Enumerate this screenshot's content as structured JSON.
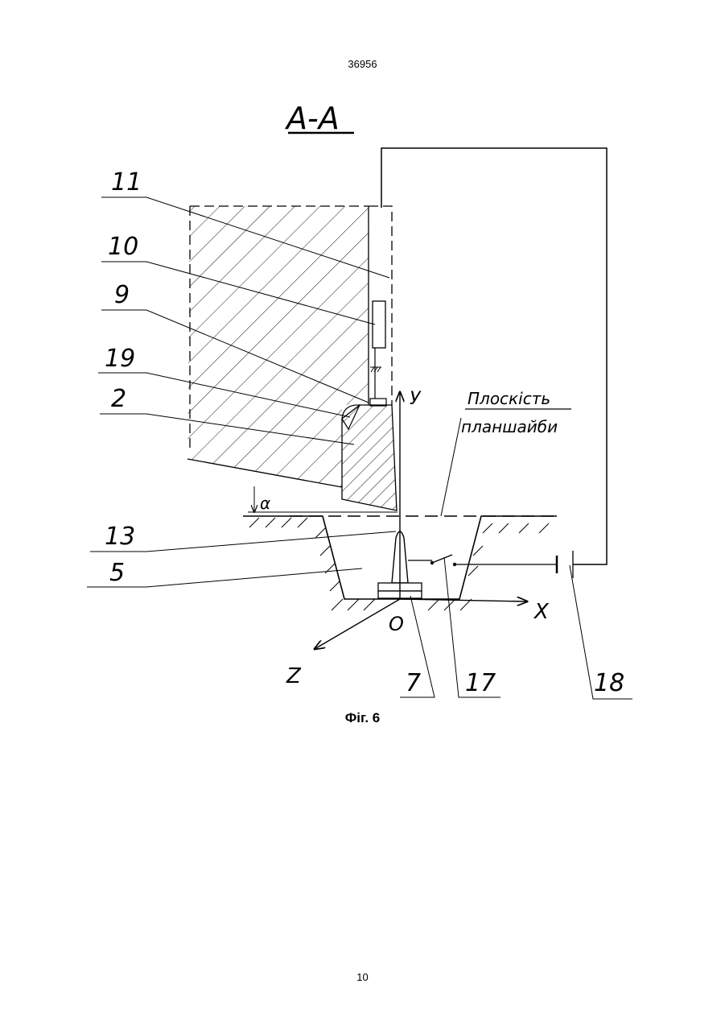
{
  "header": {
    "patent_number": "36956"
  },
  "figure": {
    "section_label": "A-A",
    "caption": "Фіг. 6",
    "plane_label_line1": "Плоскість",
    "plane_label_line2": "планшайби",
    "axes": {
      "y": "У",
      "x": "X",
      "z": "Z",
      "origin": "O",
      "angle": "α"
    },
    "callouts": [
      "11",
      "10",
      "9",
      "19",
      "2",
      "13",
      "5",
      "7",
      "17",
      "18"
    ]
  },
  "footer": {
    "page_number": "10"
  }
}
